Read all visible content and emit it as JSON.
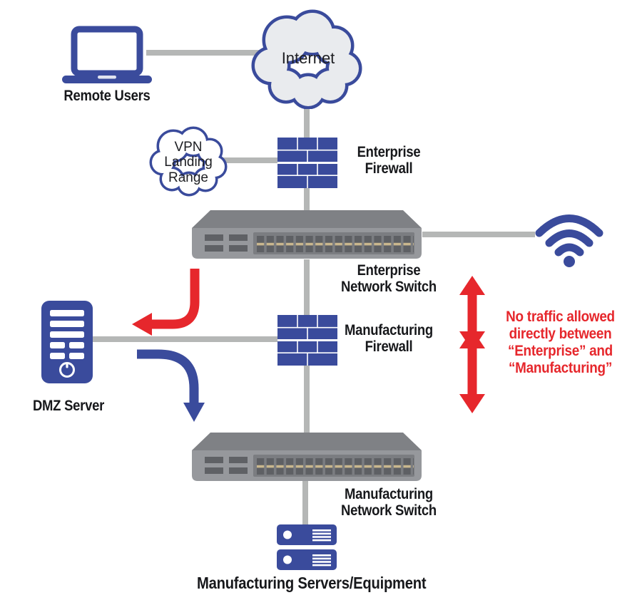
{
  "colors": {
    "blue": "#3a4b9c",
    "red": "#e6272c",
    "line_gray": "#b5b7b6",
    "cloud_fill": "#e9ebee",
    "switch_top": "#7f8185",
    "switch_front": "#96989c",
    "switch_strip": "#7b7d81",
    "switch_port": "#5e6064",
    "switch_square": "#5f6165",
    "port_tan": "#c9b78e",
    "text": "#17181b"
  },
  "nodes": {
    "remote_users": {
      "label": "Remote Users",
      "icon": "laptop-icon"
    },
    "internet": {
      "label": "Internet",
      "icon": "cloud-icon"
    },
    "vpn": {
      "label_lines": [
        "VPN",
        "Landing",
        "Range"
      ],
      "icon": "cloud-icon"
    },
    "enterprise_firewall": {
      "label_lines": [
        "Enterprise",
        "Firewall"
      ],
      "icon": "firewall-brick-icon"
    },
    "enterprise_switch": {
      "label_lines": [
        "Enterprise",
        "Network Switch"
      ],
      "icon": "network-switch-icon"
    },
    "wireless": {
      "icon": "wifi-icon"
    },
    "dmz_server": {
      "label": "DMZ Server",
      "icon": "server-tower-icon"
    },
    "manufacturing_firewall": {
      "label_lines": [
        "Manufacturing",
        "Firewall"
      ],
      "icon": "firewall-brick-icon"
    },
    "manufacturing_switch": {
      "label_lines": [
        "Manufacturing",
        "Network Switch"
      ],
      "icon": "network-switch-icon"
    },
    "manufacturing_servers": {
      "label": "Manufacturing Servers/Equipment",
      "icon": "rack-servers-icon"
    }
  },
  "annotation": {
    "lines": [
      "No traffic allowed",
      "directly between",
      "“Enterprise” and",
      "“Manufacturing”"
    ]
  }
}
